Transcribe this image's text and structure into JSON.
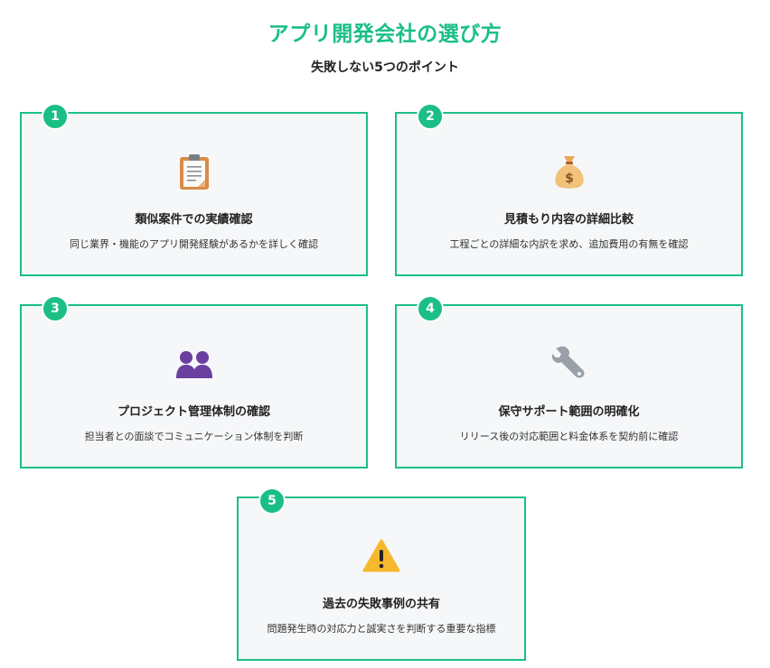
{
  "header": {
    "title": "アプリ開発会社の選び方",
    "subtitle": "失敗しない5つのポイント"
  },
  "colors": {
    "accent": "#1bbf85",
    "card_background": "#f5f7f9"
  },
  "points": [
    {
      "number": "1",
      "icon": "clipboard-icon",
      "title": "類似案件での実績確認",
      "description": "同じ業界・機能のアプリ開発経験があるかを詳しく確認"
    },
    {
      "number": "2",
      "icon": "money-bag-icon",
      "title": "見積もり内容の詳細比較",
      "description": "工程ごとの詳細な内訳を求め、追加費用の有無を確認"
    },
    {
      "number": "3",
      "icon": "people-icon",
      "title": "プロジェクト管理体制の確認",
      "description": "担当者との面談でコミュニケーション体制を判断"
    },
    {
      "number": "4",
      "icon": "wrench-icon",
      "title": "保守サポート範囲の明確化",
      "description": "リリース後の対応範囲と料金体系を契約前に確認"
    },
    {
      "number": "5",
      "icon": "warning-icon",
      "title": "過去の失敗事例の共有",
      "description": "問題発生時の対応力と誠実さを判断する重要な指標"
    }
  ]
}
